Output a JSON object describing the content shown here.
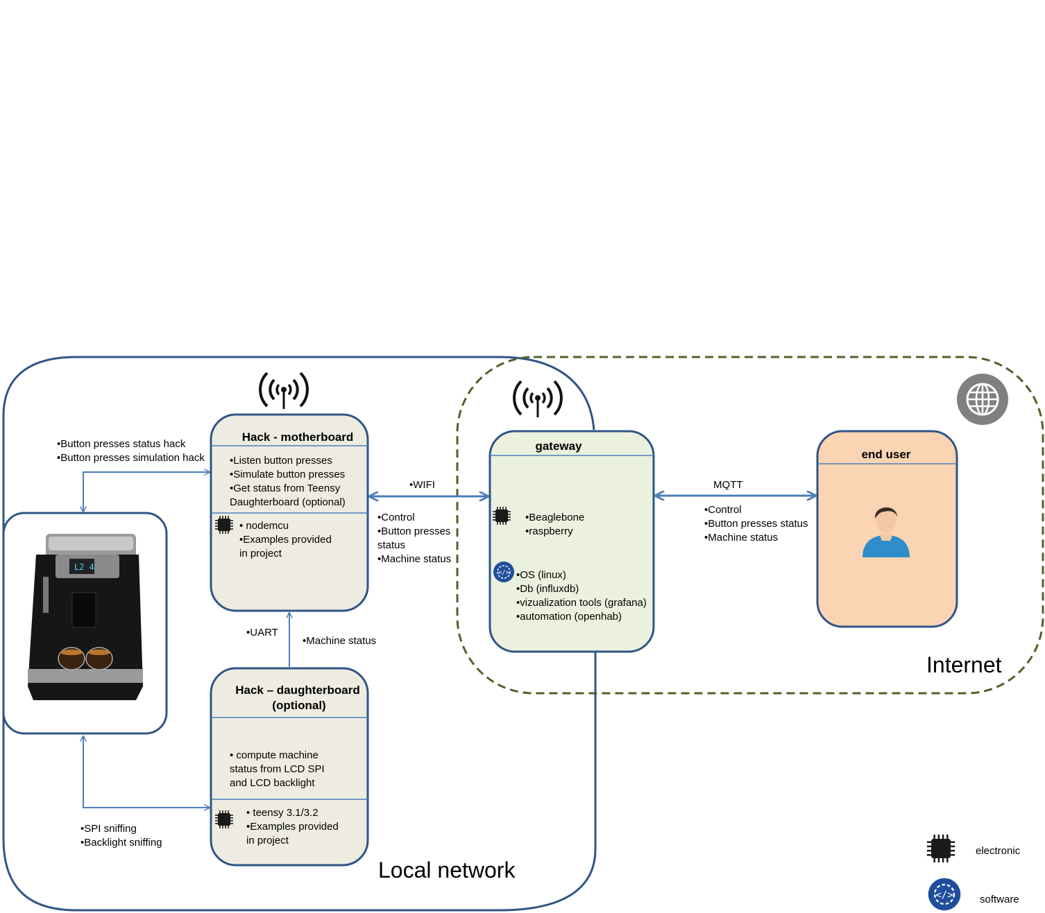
{
  "regions": {
    "local_network": "Local network",
    "internet": "Internet"
  },
  "boxes": {
    "motherboard": {
      "title": "Hack - motherboard",
      "features": [
        "•Listen button presses",
        "•Simulate button presses",
        "•Get status from Teensy",
        "Daughterboard (optional)"
      ],
      "hardware": [
        "• nodemcu",
        "•Examples provided",
        "in project"
      ]
    },
    "daughterboard": {
      "title_line1": "Hack – daughterboard",
      "title_line2": "(optional)",
      "features": [
        "• compute machine",
        "status from LCD SPI",
        "and LCD backlight"
      ],
      "hardware": [
        "• teensy 3.1/3.2",
        "•Examples provided",
        "in project"
      ]
    },
    "gateway": {
      "title": "gateway",
      "hardware": [
        "•Beaglebone",
        "•raspberry"
      ],
      "software": [
        "•OS (linux)",
        "•Db (influxdb)",
        "•vizualization tools (grafana)",
        "•automation (openhab)"
      ]
    },
    "end_user": {
      "title": "end user"
    }
  },
  "links": {
    "coffee_to_motherboard": [
      "•Button presses status hack",
      "•Button presses simulation hack"
    ],
    "coffee_to_daughterboard": [
      "•SPI sniffing",
      "•Backlight sniffing"
    ],
    "daughter_to_mother_left": "•UART",
    "daughter_to_mother_right": "•Machine status",
    "mother_to_gateway_top": "•WIFI",
    "mother_to_gateway_bottom": [
      "•Control",
      "•Button presses",
      "status",
      "•Machine status"
    ],
    "gateway_to_user_top": "MQTT",
    "gateway_to_user_bottom": [
      "•Control",
      "•Button presses status",
      "•Machine status"
    ]
  },
  "legend": {
    "electronic": "electronic",
    "software": "software"
  },
  "colors": {
    "outline_blue": "#2e5586",
    "arrow_blue": "#4a7ebb",
    "box_fill": "#eeece1",
    "gateway_fill": "#ebf1de",
    "user_fill": "#fbd4b4",
    "internet_dash": "#4f6228"
  },
  "icons": {
    "wifi": "wifi-tower-icon",
    "globe": "globe-icon",
    "chip": "chip-icon",
    "software": "software-gear-icon",
    "user": "user-avatar-icon",
    "coffee": "coffee-machine-image"
  }
}
